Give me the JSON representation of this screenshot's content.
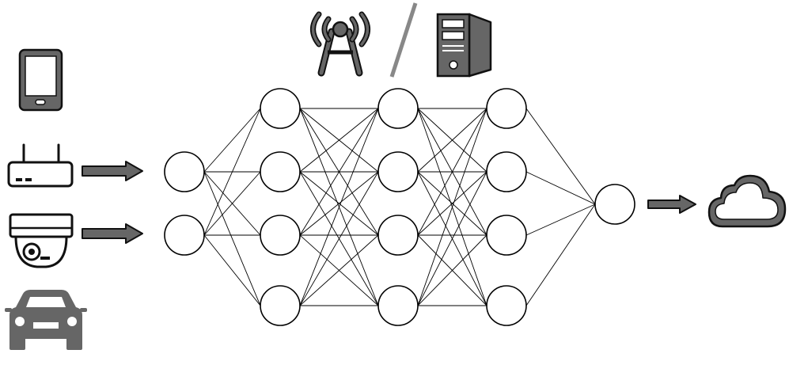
{
  "colors": {
    "icon_fill": "#666666",
    "icon_stroke": "#111111",
    "slash": "#888888",
    "background": "#ffffff",
    "line": "#000000"
  },
  "icons": {
    "edge_devices": [
      "tablet-icon",
      "router-icon",
      "security-camera-icon",
      "car-icon"
    ],
    "top": [
      "radio-tower-icon",
      "divider-slash",
      "server-tower-icon"
    ],
    "output": "cloud-icon",
    "arrows": [
      "arrow-right-icon",
      "arrow-right-icon",
      "arrow-right-icon"
    ]
  },
  "network": {
    "layers": [
      {
        "name": "input",
        "nodes": 2
      },
      {
        "name": "hidden-1",
        "nodes": 4
      },
      {
        "name": "hidden-2",
        "nodes": 4
      },
      {
        "name": "hidden-3",
        "nodes": 4
      },
      {
        "name": "output",
        "nodes": 1
      }
    ],
    "fully_connected": true
  }
}
